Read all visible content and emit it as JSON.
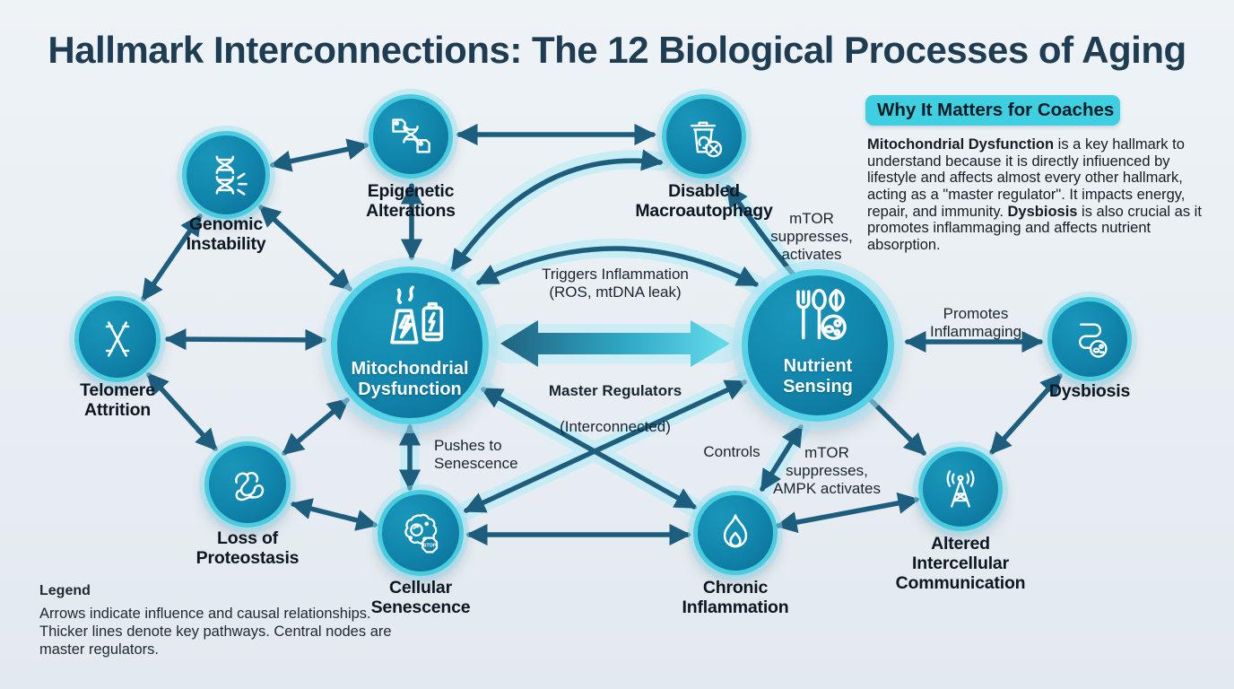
{
  "title": "Hallmark Interconnections: The 12 Biological Processes of Aging",
  "nodes": [
    {
      "id": "genomic-instability",
      "label": "Genomic\nInstability",
      "icon": "dna-broken-icon"
    },
    {
      "id": "epigenetic-alterations",
      "label": "Epigenetic\nAlterations",
      "icon": "dna-tag-icon"
    },
    {
      "id": "disabled-macroautophagy",
      "label": "Disabled\nMacroautophagy",
      "icon": "trash-recycle-icon"
    },
    {
      "id": "telomere-attrition",
      "label": "Telomere\nAttrition",
      "icon": "chromosome-icon"
    },
    {
      "id": "mitochondrial-dysfunction",
      "label": "Mitochondrial\nDysfunction",
      "icon": "power-plant-battery-icon",
      "master": true
    },
    {
      "id": "nutrient-sensing",
      "label": "Nutrient\nSensing",
      "icon": "fork-spoon-leaf-icon",
      "master": true
    },
    {
      "id": "dysbiosis",
      "label": "Dysbiosis",
      "icon": "gut-microbe-icon"
    },
    {
      "id": "loss-of-proteostasis",
      "label": "Loss of\nProteostasis",
      "icon": "protein-tangle-icon"
    },
    {
      "id": "cellular-senescence",
      "label": "Cellular\nSenescence",
      "icon": "cell-stop-icon"
    },
    {
      "id": "chronic-inflammation",
      "label": "Chronic\nInflammation",
      "icon": "flame-icon"
    },
    {
      "id": "altered-intercellular-communication",
      "label": "Altered\nIntercellular\nCommunication",
      "icon": "radio-tower-icon"
    }
  ],
  "edges": {
    "triggers": "Triggers Inflammation\n(ROS, mtDNA leak)",
    "master_main": "Master Regulators",
    "master_sub": "(Interconnected)",
    "mtor_top": "mTOR\nsuppresses,\nactivates",
    "promotes": "Promotes\nInflammaging",
    "pushes": "Pushes to\nSenescence",
    "controls": "Controls",
    "mtor_bottom": "mTOR\nsuppresses,\nAMPK activates"
  },
  "sidebar": {
    "header": "Why It Matters for Coaches",
    "body": [
      "Mitochondrial Dysfunction",
      " is a key hallmark to understand because it is directly infiuenced by lifestyle and affects almost every other hallmark, acting as a \"master regulator\". It impacts energy, repair, and immunity. ",
      "Dysbiosis",
      " is also crucial as it promotes inflammaging and affects nutrient absorption."
    ]
  },
  "legend": {
    "title": "Legend",
    "body": "Arrows indicate influence and causal relationships. Thicker lines denote key pathways. Central nodes are master regulators."
  },
  "colors": {
    "background": "#e9eef2",
    "title_text": "#1e3c52",
    "node_fill": "#0f7ea6",
    "node_ring": "#49cbe0",
    "arrow_dark": "#1d5e7e",
    "arrow_light_band": "#c4edf6",
    "header_pill": "#3ecfe0",
    "label_text": "#0c1722"
  }
}
